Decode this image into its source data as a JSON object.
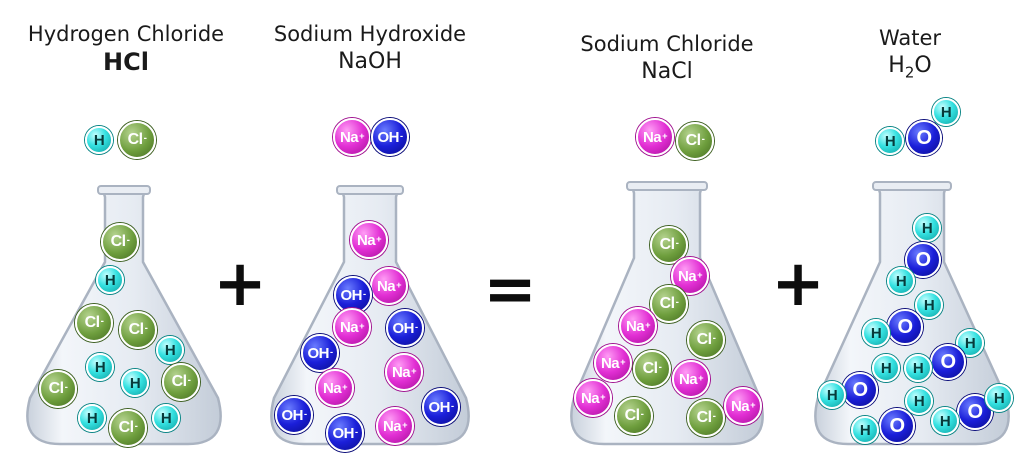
{
  "compounds": [
    {
      "name": "Hydrogen Chloride",
      "formula": "HCl"
    },
    {
      "name": "Sodium Hydroxide",
      "formula": "NaOH"
    },
    {
      "name": "Sodium Chloride",
      "formula": "NaCl"
    },
    {
      "name": "Water",
      "formula_main": "H",
      "formula_sub": "2",
      "formula_end": "O"
    }
  ],
  "operators": {
    "plus": "+",
    "equals": "="
  },
  "ion_labels": {
    "hydrogen": "H",
    "chloride": "Cl",
    "chloride_charge": "-",
    "sodium": "Na",
    "sodium_charge": "+",
    "hydroxide": "OH",
    "hydroxide_charge": "-",
    "oxygen": "O"
  },
  "colors": {
    "hydrogen": "#35e1e1",
    "chloride": "#6e9e3d",
    "sodium": "#e22fd4",
    "hydroxide": "#1b1fd9",
    "glass": "#dfe5ee"
  }
}
